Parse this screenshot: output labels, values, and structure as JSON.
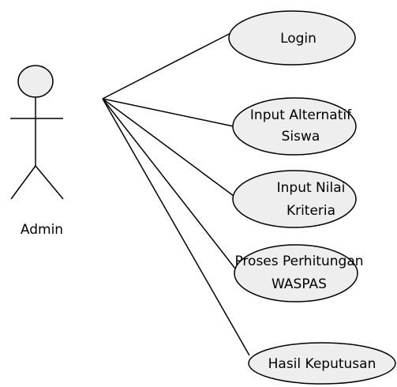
{
  "actor": {
    "name": "Admin"
  },
  "use_cases": [
    {
      "id": "login",
      "lines": [
        "Login"
      ]
    },
    {
      "id": "input-alternatif-siswa",
      "lines": [
        "Input Alternatif",
        "Siswa"
      ]
    },
    {
      "id": "input-nilai-kriteria",
      "lines": [
        "Input Nilai",
        "Kriteria"
      ]
    },
    {
      "id": "proses-perhitungan-waspas",
      "lines": [
        "Proses Perhitungan",
        "WASPAS"
      ]
    },
    {
      "id": "hasil-keputusan",
      "lines": [
        "Hasil Keputusan"
      ]
    }
  ]
}
